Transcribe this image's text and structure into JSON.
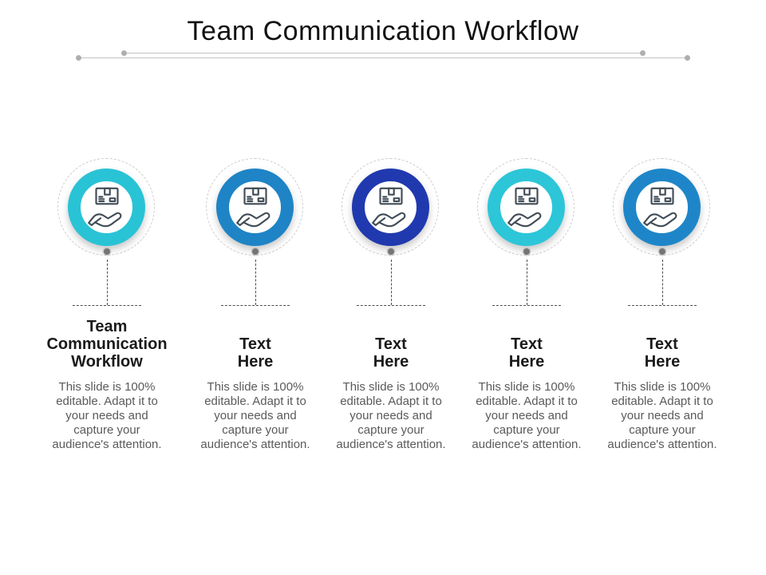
{
  "slide": {
    "title": "Team Communication Workflow",
    "steps": [
      {
        "heading": "Team\nCommunication\nWorkflow",
        "body": "This slide is 100%\neditable. Adapt it to\nyour needs and\ncapture your\naudience's attention.",
        "ring_color": "#29c3d6"
      },
      {
        "heading": "Text\nHere",
        "body": "This slide is 100%\neditable. Adapt it to\nyour needs and\ncapture your\naudience's attention.",
        "ring_color": "#1e84c6"
      },
      {
        "heading": "Text\nHere",
        "body": "This slide is 100%\neditable. Adapt it to\nyour needs and\ncapture your\naudience's attention.",
        "ring_color": "#2039ae"
      },
      {
        "heading": "Text\nHere",
        "body": "This slide is 100%\neditable. Adapt it to\nyour needs and\ncapture your\naudience's attention.",
        "ring_color": "#2cc6d8"
      },
      {
        "heading": "Text\nHere",
        "body": "This slide is 100%\neditable. Adapt it to\nyour needs and\ncapture your\naudience's attention.",
        "ring_color": "#1e86c8"
      }
    ],
    "icons": {
      "step_icon": "hand-holding-box-icon"
    },
    "colors": {
      "title_text": "#111111",
      "heading_text": "#1a1a1a",
      "body_text": "#5a5a5a",
      "divider_line": "#c2c2c2",
      "divider_dot": "#aeaeae",
      "connector_dash": "#4d4d4d",
      "connector_dot": "#757575",
      "dashed_circle": "#cdcdcd",
      "icon_stroke": "#414c56"
    }
  }
}
